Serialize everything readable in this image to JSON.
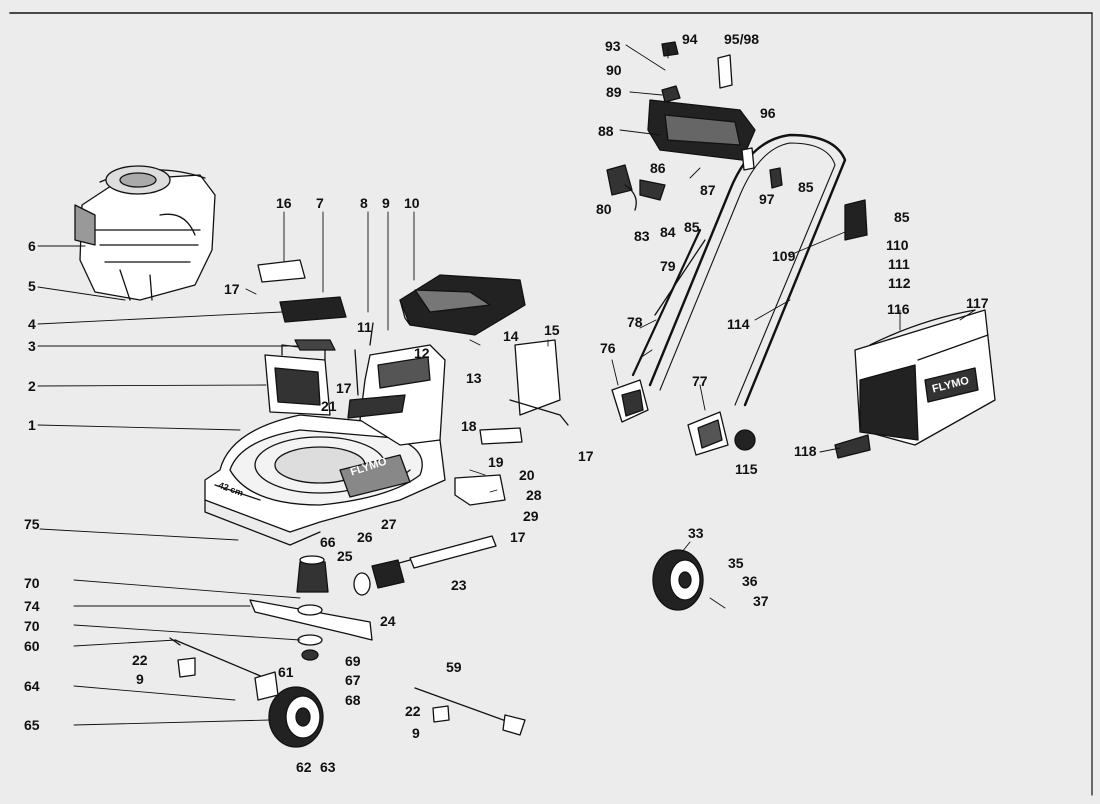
{
  "labels": {
    "n1": "1",
    "n2": "2",
    "n3": "3",
    "n4": "4",
    "n5": "5",
    "n6": "6",
    "n7": "7",
    "n8": "8",
    "n9a": "9",
    "n9b": "9",
    "n9c": "9",
    "n10": "10",
    "n11": "11",
    "n12": "12",
    "n13": "13",
    "n14": "14",
    "n15": "15",
    "n16": "16",
    "n17a": "17",
    "n17b": "17",
    "n17c": "17",
    "n17d": "17",
    "n18": "18",
    "n19": "19",
    "n20": "20",
    "n21": "21",
    "n22a": "22",
    "n22b": "22",
    "n23": "23",
    "n24": "24",
    "n25": "25",
    "n26": "26",
    "n27": "27",
    "n28": "28",
    "n29": "29",
    "n33": "33",
    "n35": "35",
    "n36": "36",
    "n37": "37",
    "n59": "59",
    "n60": "60",
    "n61": "61",
    "n62": "62",
    "n63": "63",
    "n64": "64",
    "n65": "65",
    "n66": "66",
    "n67": "67",
    "n68": "68",
    "n69": "69",
    "n70a": "70",
    "n70b": "70",
    "n74": "74",
    "n75": "75",
    "n76": "76",
    "n77": "77",
    "n78": "78",
    "n79": "79",
    "n80": "80",
    "n83": "83",
    "n84": "84",
    "n85a": "85",
    "n85b": "85",
    "n85c": "85",
    "n86": "86",
    "n87": "87",
    "n88": "88",
    "n89": "89",
    "n90": "90",
    "n93": "93",
    "n94": "94",
    "n9598": "95/98",
    "n96": "96",
    "n97": "97",
    "n109": "109",
    "n110": "110",
    "n111": "111",
    "n112": "112",
    "n114": "114",
    "n115": "115",
    "n116": "116",
    "n117": "117",
    "n118": "118"
  },
  "marks": {
    "deck": "FLYMO",
    "catcher": "FLYMO",
    "deck_size": "42 cm"
  }
}
